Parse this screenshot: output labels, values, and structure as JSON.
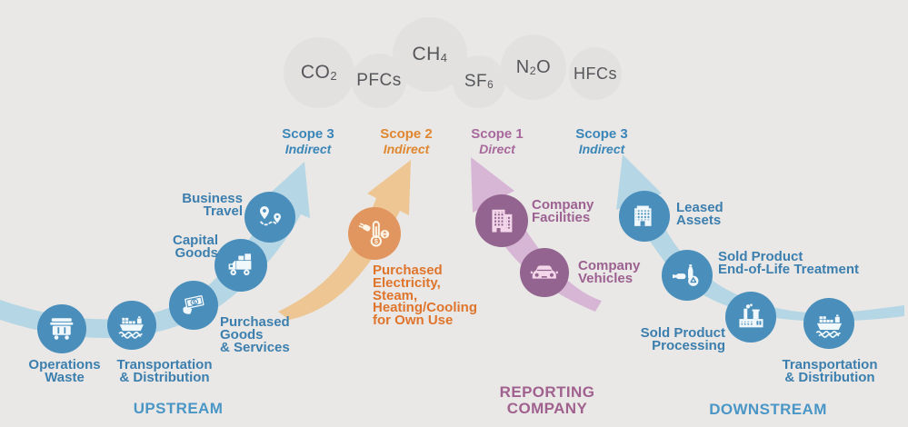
{
  "colors": {
    "background": "#e9e8e6",
    "gas_circle": "#e2e1df",
    "gas_text": "#56575b",
    "blue_circle": "#4a8ebc",
    "blue_arrow": "#b5d6e4",
    "blue_text": "#3c7fae",
    "blue_region_text": "#4a96c6",
    "orange_circle": "#e0965e",
    "orange_arrow": "#edc693",
    "orange_text": "#df752c",
    "purple_circle": "#92648f",
    "purple_arrow": "#d7b6d5",
    "purple_text": "#9c6191"
  },
  "gases": [
    {
      "name": "CO2",
      "main": "CO",
      "sub": "2",
      "tail": ""
    },
    {
      "name": "PFCs",
      "main": "PFCs",
      "sub": "",
      "tail": ""
    },
    {
      "name": "CH4",
      "main": "CH",
      "sub": "4",
      "tail": ""
    },
    {
      "name": "SF6",
      "main": "SF",
      "sub": "6",
      "tail": ""
    },
    {
      "name": "N2O",
      "main": "N",
      "sub": "2",
      "tail": "O"
    },
    {
      "name": "HFCs",
      "main": "HFCs",
      "sub": "",
      "tail": ""
    }
  ],
  "scopes": [
    {
      "name": "Scope 3",
      "kind": "Indirect",
      "color": "#3a86b8"
    },
    {
      "name": "Scope 2",
      "kind": "Indirect",
      "color": "#e0862f"
    },
    {
      "name": "Scope 1",
      "kind": "Direct",
      "color": "#a8689c"
    },
    {
      "name": "Scope 3",
      "kind": "Indirect",
      "color": "#3a86b8"
    }
  ],
  "icon_glyphs": {
    "dollar": "$"
  },
  "sections": {
    "upstream": {
      "region_label": "UPSTREAM",
      "nodes": [
        {
          "id": "operations-waste",
          "icon": "waste-container-icon",
          "lines": [
            "Operations",
            "Waste"
          ]
        },
        {
          "id": "transportation-distribution",
          "icon": "cargo-ship-icon",
          "lines": [
            "Transportation",
            "& Distribution"
          ]
        },
        {
          "id": "purchased-goods-services",
          "icon": "money-hand-icon",
          "lines": [
            "Purchased",
            "Goods",
            "& Services"
          ]
        },
        {
          "id": "capital-goods",
          "icon": "delivery-truck-icon",
          "lines": [
            "Capital",
            "Goods"
          ]
        },
        {
          "id": "business-travel",
          "icon": "travel-route-pins-icon",
          "lines": [
            "Business",
            "Travel"
          ]
        }
      ]
    },
    "scope2_energy": {
      "nodes": [
        {
          "id": "purchased-energy",
          "icon": "plug-thermometer-icon",
          "lines": [
            "Purchased",
            "Electricity,",
            "Steam,",
            "Heating/Cooling",
            "for Own Use"
          ]
        }
      ]
    },
    "reporting_company": {
      "region_label_lines": [
        "REPORTING",
        "COMPANY"
      ],
      "nodes": [
        {
          "id": "company-facilities",
          "icon": "office-building-icon",
          "lines": [
            "Company",
            "Facilities"
          ]
        },
        {
          "id": "company-vehicles",
          "icon": "car-icon",
          "lines": [
            "Company",
            "Vehicles"
          ]
        }
      ]
    },
    "downstream": {
      "region_label": "DOWNSTREAM",
      "nodes": [
        {
          "id": "leased-assets",
          "icon": "building-icon",
          "lines": [
            "Leased",
            "Assets"
          ]
        },
        {
          "id": "sold-product-eol",
          "icon": "bottle-recycle-icon",
          "lines": [
            "Sold Product",
            "End-of-Life Treatment"
          ]
        },
        {
          "id": "sold-product-processing",
          "icon": "factory-icon",
          "lines": [
            "Sold Product",
            "Processing"
          ]
        },
        {
          "id": "transportation-distribution",
          "icon": "cargo-ship-icon",
          "lines": [
            "Transportation",
            "& Distribution"
          ]
        }
      ]
    }
  }
}
